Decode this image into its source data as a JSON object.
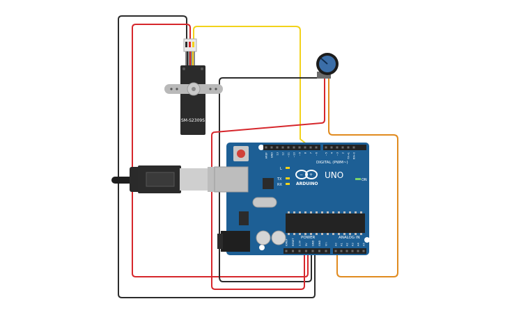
{
  "servo": {
    "model": "SM-S2309S"
  },
  "arduino": {
    "brand": "ARDUINO",
    "model": "UNO",
    "digital_label": "DIGITAL (PWM~)",
    "power_label": "POWER",
    "analog_label": "ANALOG IN",
    "on_label": "ON",
    "l_label": "L",
    "tx_label": "TX",
    "rx_label": "RX",
    "digital_pins": [
      "AREF",
      "GND",
      "13",
      "12",
      "~11",
      "~10",
      "~9",
      "8",
      "7",
      "~6",
      "~5",
      "4",
      "~3",
      "2",
      "TX→1",
      "RX←0"
    ],
    "power_pins": [
      "IOREF",
      "RESET",
      "3.3V",
      "5V",
      "GND",
      "GND",
      "Vin"
    ],
    "analog_pins": [
      "A0",
      "A1",
      "A2",
      "A3",
      "A4",
      "A5"
    ]
  },
  "wire_colors": {
    "black": "#2b2b2b",
    "red": "#d6262b",
    "yellow": "#f2d21b",
    "orange": "#e08a1e",
    "board": "#1d5f95",
    "board_dark": "#174f7d"
  }
}
